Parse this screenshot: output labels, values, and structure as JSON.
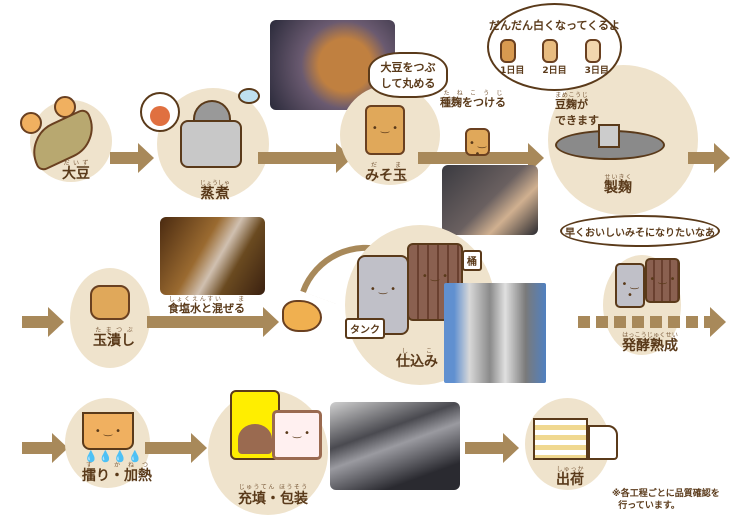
{
  "steps": {
    "daizu": {
      "label": "大豆",
      "ruby": "だいず"
    },
    "joushu": {
      "label": "蒸煮",
      "ruby": "じょうしゃ"
    },
    "misodama": {
      "label": "みそ玉",
      "ruby": "だま"
    },
    "seikiku": {
      "label": "製麹",
      "ruby": "せいきく"
    },
    "tamatsubushi": {
      "label": "玉潰し",
      "ruby": "たまつぶ"
    },
    "shikomi": {
      "label": "仕込み",
      "ruby": "しこ"
    },
    "hakkou": {
      "label": "発酵熟成",
      "ruby": "はっこうじゅくせい"
    },
    "suri": {
      "label": "擂り・加熱",
      "ruby": "す　かねつ"
    },
    "juuten": {
      "label": "充填・包装",
      "ruby": "じゅうてん ほうそう"
    },
    "shukka": {
      "label": "出荷",
      "ruby": "しゅっか"
    }
  },
  "annotations": {
    "tsubushite": "大豆をつぶして丸める",
    "tanekoji": "種麹をつける",
    "tanekoji_ruby": "たねこうじ",
    "mamekoji": "豆麹が",
    "mamekoji_ruby": "まめこうじ",
    "dekimasu": "できます",
    "shirokunaru": "だんだん白くなってくるよ",
    "day1": "1日目",
    "day2": "2日目",
    "day3": "3日目",
    "shokuensui": "食塩水と混ぜる",
    "shokuensui_ruby": "しょくえんすい　　ま",
    "hayaku": "早くおいしいみそになりたいなあ",
    "tank": "タンク",
    "oke": "桶",
    "note_line1": "※各工程ごとに品質確認を",
    "note_line2": "行っています。"
  },
  "colors": {
    "circle": "#efe3cc",
    "arrow": "#a8895a",
    "text": "#5a3a1a"
  }
}
